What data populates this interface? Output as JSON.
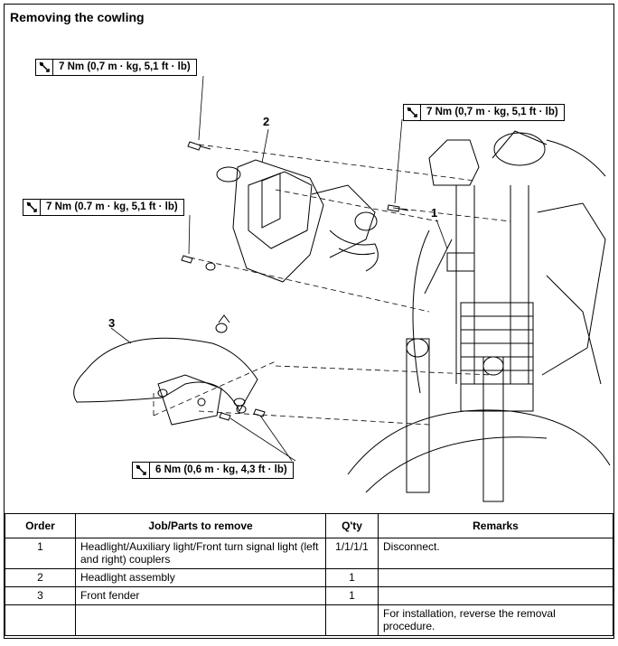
{
  "title": "Removing the cowling",
  "specs": {
    "top_left": "7 Nm (0,7 m · kg, 5,1 ft · lb)",
    "top_right": "7 Nm (0,7 m · kg, 5,1 ft · lb)",
    "mid_left": "7 Nm (0.7 m · kg, 5,1 ft · lb)",
    "bottom": "6 Nm (0,6 m · kg, 4,3 ft · lb)"
  },
  "callouts": {
    "c1": "1",
    "c2": "2",
    "c3": "3"
  },
  "table": {
    "headers": {
      "order": "Order",
      "job": "Job/Parts to remove",
      "qty": "Q'ty",
      "remarks": "Remarks"
    },
    "rows": [
      {
        "order": "1",
        "job": "Headlight/Auxiliary light/Front turn signal light (left and right) couplers",
        "qty": "1/1/1/1",
        "remarks": "Disconnect."
      },
      {
        "order": "2",
        "job": "Headlight assembly",
        "qty": "1",
        "remarks": ""
      },
      {
        "order": "3",
        "job": "Front fender",
        "qty": "1",
        "remarks": ""
      },
      {
        "order": "",
        "job": "",
        "qty": "",
        "remarks": "For installation, reverse the removal procedure."
      }
    ]
  },
  "icons": {
    "torque": "torque-wrench-icon"
  }
}
